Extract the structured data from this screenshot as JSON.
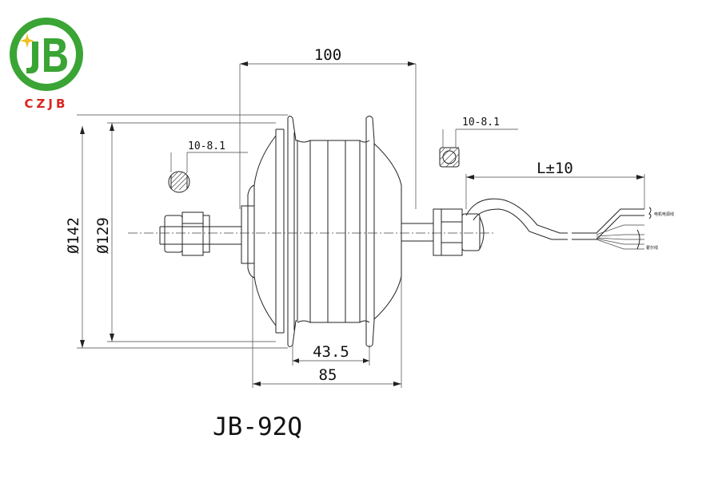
{
  "logo": {
    "brand_text": "CZJB",
    "colors": {
      "green": "#3aa535",
      "red": "#d8261f",
      "gold": "#f0c020"
    }
  },
  "model": "JB-92Q",
  "dimensions": {
    "width_100": "100",
    "width_85": "85",
    "width_43_5": "43.5",
    "dia_142": "Ø142",
    "dia_129": "Ø129",
    "cable_length": "L±10",
    "flat_left": "10-8.1",
    "flat_right": "10-8.1"
  },
  "cable_labels": {
    "upper": "电机电源线",
    "lower": "霍尔线"
  }
}
